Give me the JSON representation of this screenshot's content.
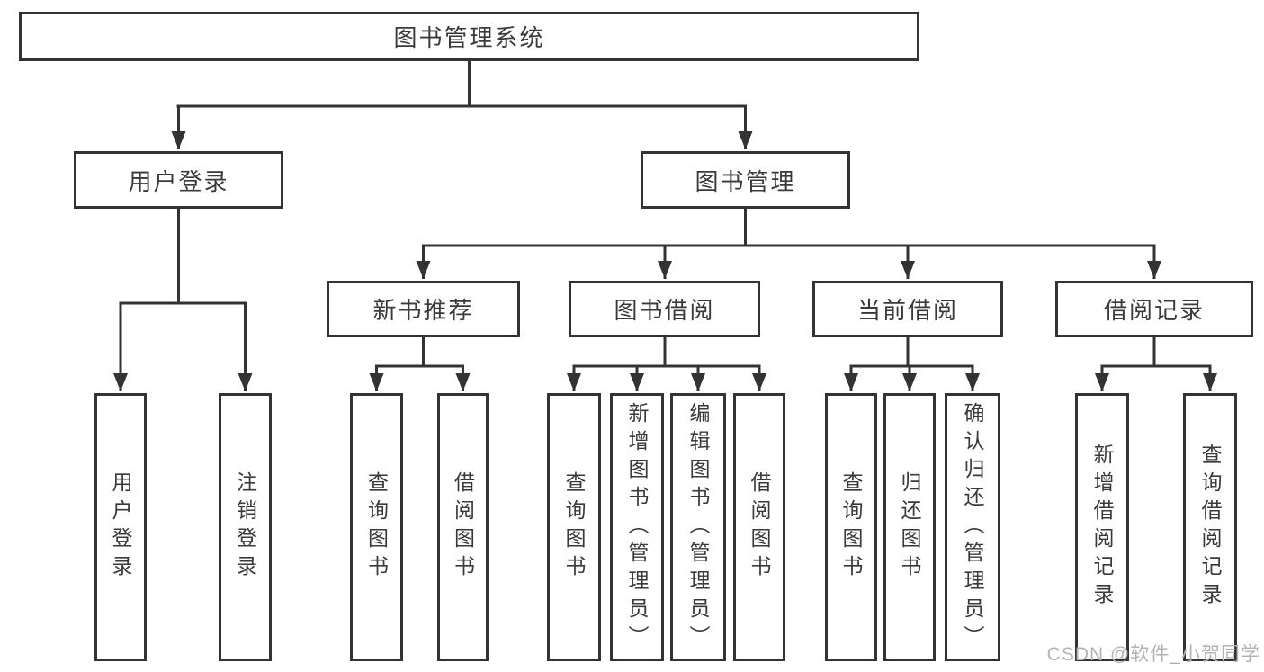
{
  "tree": {
    "root": {
      "label": "图书管理系统"
    },
    "level2": [
      {
        "label": "用户登录",
        "leaves": [
          "用户登录",
          "注销登录"
        ]
      },
      {
        "label": "图书管理"
      }
    ],
    "level3": [
      {
        "label": "新书推荐",
        "leaves": [
          "查询图书",
          "借阅图书"
        ]
      },
      {
        "label": "图书借阅",
        "leaves": [
          "查询图书",
          "新增图书（管理员）",
          "编辑图书（管理员）",
          "借阅图书"
        ]
      },
      {
        "label": "当前借阅",
        "leaves": [
          "查询图书",
          "归还图书",
          "确认归还（管理员）"
        ]
      },
      {
        "label": "借阅记录",
        "leaves": [
          "新增借阅记录",
          "查询借阅记录"
        ]
      }
    ]
  },
  "watermark": "CSDN @软件_小贺同学",
  "colors": {
    "line": "#333333",
    "text": "#3a3a3a",
    "background": "#ffffff",
    "watermark": "#b3b3b3"
  }
}
